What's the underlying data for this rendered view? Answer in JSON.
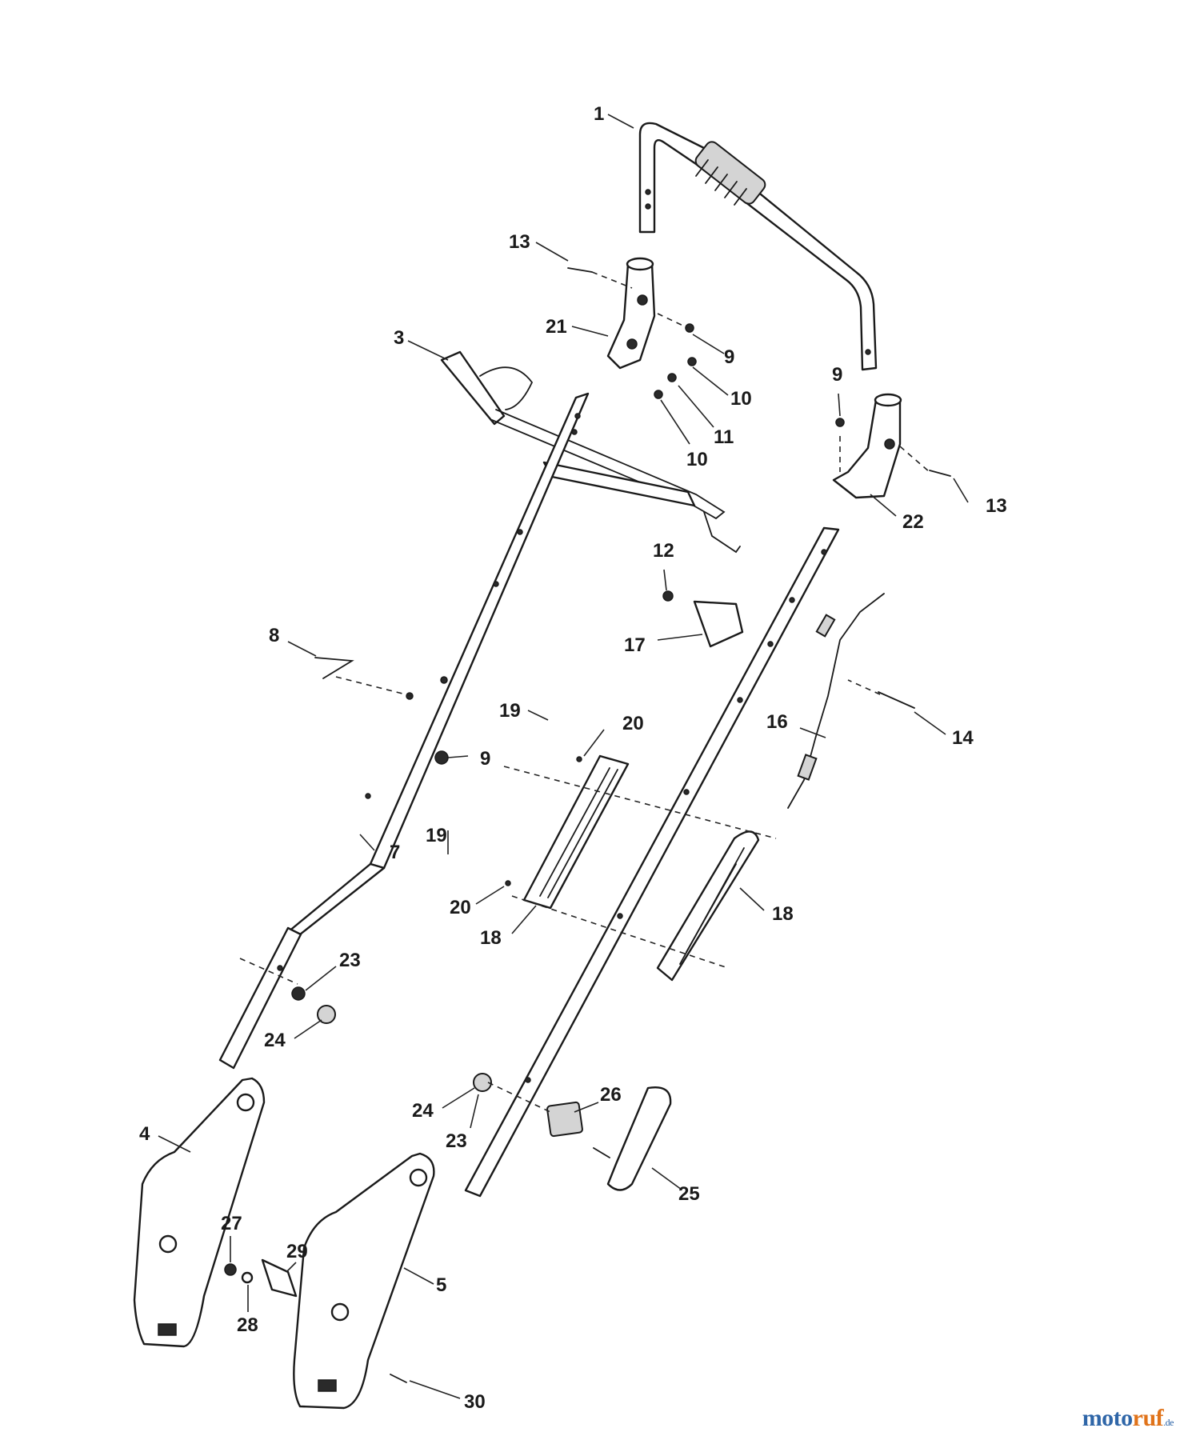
{
  "callouts": [
    {
      "id": "c1",
      "label": "1"
    },
    {
      "id": "c13a",
      "label": "13"
    },
    {
      "id": "c21",
      "label": "21"
    },
    {
      "id": "c3",
      "label": "3"
    },
    {
      "id": "c9a",
      "label": "9"
    },
    {
      "id": "c10a",
      "label": "10"
    },
    {
      "id": "c11",
      "label": "11"
    },
    {
      "id": "c10b",
      "label": "10"
    },
    {
      "id": "c9b",
      "label": "9"
    },
    {
      "id": "c13b",
      "label": "13"
    },
    {
      "id": "c22",
      "label": "22"
    },
    {
      "id": "c12",
      "label": "12"
    },
    {
      "id": "c17",
      "label": "17"
    },
    {
      "id": "c8",
      "label": "8"
    },
    {
      "id": "c9c",
      "label": "9"
    },
    {
      "id": "c19a",
      "label": "19"
    },
    {
      "id": "c20a",
      "label": "20"
    },
    {
      "id": "c16",
      "label": "16"
    },
    {
      "id": "c14",
      "label": "14"
    },
    {
      "id": "c7",
      "label": "7"
    },
    {
      "id": "c19b",
      "label": "19"
    },
    {
      "id": "c20b",
      "label": "20"
    },
    {
      "id": "c18a",
      "label": "18"
    },
    {
      "id": "c18b",
      "label": "18"
    },
    {
      "id": "c23a",
      "label": "23"
    },
    {
      "id": "c24a",
      "label": "24"
    },
    {
      "id": "c24b",
      "label": "24"
    },
    {
      "id": "c23b",
      "label": "23"
    },
    {
      "id": "c26",
      "label": "26"
    },
    {
      "id": "c25",
      "label": "25"
    },
    {
      "id": "c4",
      "label": "4"
    },
    {
      "id": "c27",
      "label": "27"
    },
    {
      "id": "c29",
      "label": "29"
    },
    {
      "id": "c28",
      "label": "28"
    },
    {
      "id": "c5",
      "label": "5"
    },
    {
      "id": "c30",
      "label": "30"
    }
  ],
  "watermark": {
    "main_a": "moto",
    "main_b": "ruf",
    "suffix": ".de"
  }
}
